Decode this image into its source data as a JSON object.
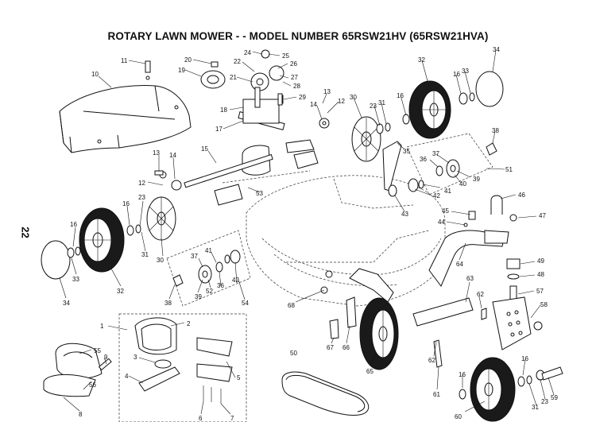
{
  "title": "ROTARY LAWN MOWER - - MODEL NUMBER 65RSW21HV (65RSW21HVA)",
  "page_number": "22",
  "callouts": {
    "c11": "11",
    "c10": "10",
    "c20": "20",
    "c19": "19",
    "c24": "24",
    "c25": "25",
    "c22": "22",
    "c26": "26",
    "c21": "21",
    "c27": "27",
    "c28": "28",
    "c18": "18",
    "c29": "29",
    "c17": "17",
    "c14a": "14",
    "c13a": "13",
    "c12a": "12",
    "c30a": "30",
    "c23a": "23",
    "c31a": "31",
    "c16a": "16",
    "c32a": "32",
    "c16b": "16",
    "c33a": "33",
    "c34a": "34",
    "c35": "35",
    "c38a": "38",
    "c37a": "37",
    "c36a": "36",
    "c40": "40",
    "c51": "51",
    "c39a": "39",
    "c41a": "41",
    "c42a": "42",
    "c43": "43",
    "c15": "15",
    "c13b": "13",
    "c14b": "14",
    "c12b": "12",
    "c53": "53",
    "c23b": "23",
    "c16c": "16",
    "c16d": "16",
    "c31b": "31",
    "c30b": "30",
    "c33b": "33",
    "c34b": "34",
    "c32b": "32",
    "c37b": "37",
    "c41b": "41",
    "c42b": "42",
    "c36b": "36",
    "c39b": "39",
    "c52": "52",
    "c38b": "38",
    "c54": "54",
    "c45": "45",
    "c46": "46",
    "c47": "47",
    "c44": "44",
    "c64": "64",
    "c49": "49",
    "c48": "48",
    "c57": "57",
    "c63": "63",
    "c62a": "62",
    "c58": "58",
    "c68": "68",
    "c1": "1",
    "c2": "2",
    "c3": "3",
    "c4": "4",
    "c5": "5",
    "c55": "55",
    "c9": "9",
    "c56": "56",
    "c8": "8",
    "c6": "6",
    "c7": "7",
    "c67": "67",
    "c66": "66",
    "c65": "65",
    "c50": "50",
    "c62b": "62",
    "c61": "61",
    "c60": "60",
    "c16e": "16",
    "c16f": "16",
    "c31c": "31",
    "c23c": "23",
    "c59": "59"
  }
}
